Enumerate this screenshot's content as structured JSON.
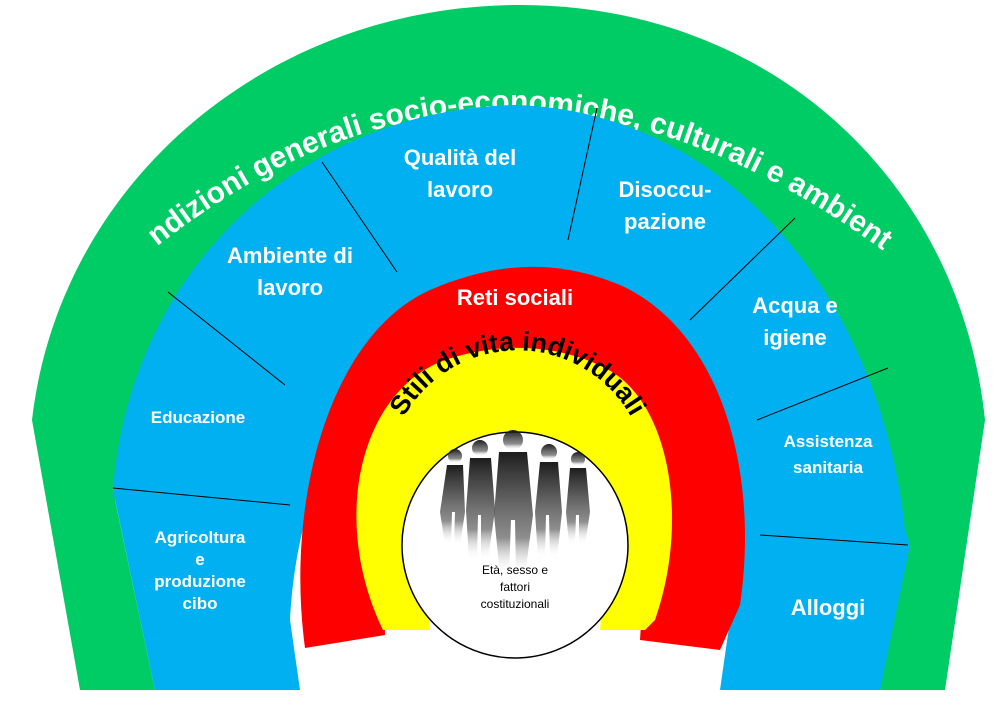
{
  "layers": {
    "outer": {
      "label": "Condizioni generali socio-economiche, culturali e ambientali",
      "color": "#00cc66"
    },
    "segments": {
      "color": "#00b0f0",
      "items": [
        {
          "id": "agricoltura",
          "lines": [
            "Agricoltura",
            "e",
            "produzione",
            "cibo"
          ]
        },
        {
          "id": "educazione",
          "lines": [
            "Educazione"
          ]
        },
        {
          "id": "ambiente",
          "lines": [
            "Ambiente di",
            "lavoro"
          ]
        },
        {
          "id": "qualita",
          "lines": [
            "Qualità del",
            "lavoro"
          ]
        },
        {
          "id": "disoccupazione",
          "lines": [
            "Disoccu-",
            "pazione"
          ]
        },
        {
          "id": "acqua",
          "lines": [
            "Acqua e",
            "igiene"
          ]
        },
        {
          "id": "assistenza",
          "lines": [
            "Assistenza",
            "sanitaria"
          ]
        },
        {
          "id": "alloggi",
          "lines": [
            "Alloggi"
          ]
        }
      ]
    },
    "social": {
      "label": "Reti sociali",
      "color": "#ff0000"
    },
    "lifestyle": {
      "label": "Stili di vita individuali",
      "color": "#ffff00"
    },
    "core": {
      "lines": [
        "Età, sesso e",
        "fattori",
        "costituzionali"
      ],
      "color": "#ffffff"
    }
  }
}
